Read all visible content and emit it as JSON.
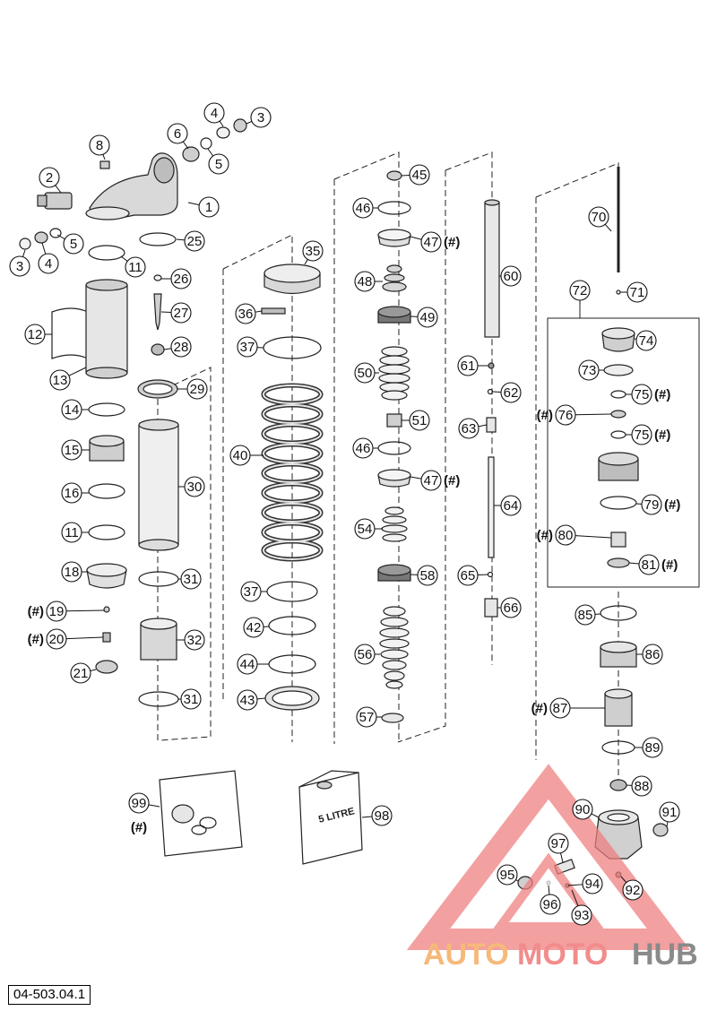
{
  "document_code": "04-503.04.1",
  "callouts": [
    {
      "id": "c1",
      "label": "1"
    },
    {
      "id": "c2",
      "label": "2"
    },
    {
      "id": "c3a",
      "label": "3"
    },
    {
      "id": "c3b",
      "label": "3"
    },
    {
      "id": "c4a",
      "label": "4"
    },
    {
      "id": "c4b",
      "label": "4"
    },
    {
      "id": "c5a",
      "label": "5"
    },
    {
      "id": "c5b",
      "label": "5"
    },
    {
      "id": "c6",
      "label": "6"
    },
    {
      "id": "c8",
      "label": "8"
    },
    {
      "id": "c11a",
      "label": "11"
    },
    {
      "id": "c11b",
      "label": "11"
    },
    {
      "id": "c12",
      "label": "12"
    },
    {
      "id": "c13",
      "label": "13"
    },
    {
      "id": "c14",
      "label": "14"
    },
    {
      "id": "c15",
      "label": "15"
    },
    {
      "id": "c16",
      "label": "16"
    },
    {
      "id": "c18",
      "label": "18"
    },
    {
      "id": "c19",
      "label": "19"
    },
    {
      "id": "c20",
      "label": "20"
    },
    {
      "id": "c21",
      "label": "21"
    },
    {
      "id": "c25",
      "label": "25"
    },
    {
      "id": "c26",
      "label": "26"
    },
    {
      "id": "c27",
      "label": "27"
    },
    {
      "id": "c28",
      "label": "28"
    },
    {
      "id": "c29",
      "label": "29"
    },
    {
      "id": "c30",
      "label": "30"
    },
    {
      "id": "c31a",
      "label": "31"
    },
    {
      "id": "c31b",
      "label": "31"
    },
    {
      "id": "c32",
      "label": "32"
    },
    {
      "id": "c35",
      "label": "35"
    },
    {
      "id": "c36",
      "label": "36"
    },
    {
      "id": "c37a",
      "label": "37"
    },
    {
      "id": "c37b",
      "label": "37"
    },
    {
      "id": "c40",
      "label": "40"
    },
    {
      "id": "c42",
      "label": "42"
    },
    {
      "id": "c43",
      "label": "43"
    },
    {
      "id": "c44",
      "label": "44"
    },
    {
      "id": "c45",
      "label": "45"
    },
    {
      "id": "c46a",
      "label": "46"
    },
    {
      "id": "c46b",
      "label": "46"
    },
    {
      "id": "c47a",
      "label": "47"
    },
    {
      "id": "c47b",
      "label": "47"
    },
    {
      "id": "c48",
      "label": "48"
    },
    {
      "id": "c49",
      "label": "49"
    },
    {
      "id": "c50",
      "label": "50"
    },
    {
      "id": "c51",
      "label": "51"
    },
    {
      "id": "c54",
      "label": "54"
    },
    {
      "id": "c56",
      "label": "56"
    },
    {
      "id": "c57",
      "label": "57"
    },
    {
      "id": "c58",
      "label": "58"
    },
    {
      "id": "c60",
      "label": "60"
    },
    {
      "id": "c61",
      "label": "61"
    },
    {
      "id": "c62",
      "label": "62"
    },
    {
      "id": "c63",
      "label": "63"
    },
    {
      "id": "c64",
      "label": "64"
    },
    {
      "id": "c65",
      "label": "65"
    },
    {
      "id": "c66",
      "label": "66"
    },
    {
      "id": "c70",
      "label": "70"
    },
    {
      "id": "c71",
      "label": "71"
    },
    {
      "id": "c72",
      "label": "72"
    },
    {
      "id": "c73",
      "label": "73"
    },
    {
      "id": "c74",
      "label": "74"
    },
    {
      "id": "c75a",
      "label": "75"
    },
    {
      "id": "c75b",
      "label": "75"
    },
    {
      "id": "c76",
      "label": "76"
    },
    {
      "id": "c79",
      "label": "79"
    },
    {
      "id": "c80",
      "label": "80"
    },
    {
      "id": "c81",
      "label": "81"
    },
    {
      "id": "c85",
      "label": "85"
    },
    {
      "id": "c86",
      "label": "86"
    },
    {
      "id": "c87",
      "label": "87"
    },
    {
      "id": "c88",
      "label": "88"
    },
    {
      "id": "c89",
      "label": "89"
    },
    {
      "id": "c90",
      "label": "90"
    },
    {
      "id": "c91",
      "label": "91"
    },
    {
      "id": "c92",
      "label": "92"
    },
    {
      "id": "c93",
      "label": "93"
    },
    {
      "id": "c94",
      "label": "94"
    },
    {
      "id": "c95",
      "label": "95"
    },
    {
      "id": "c96",
      "label": "96"
    },
    {
      "id": "c97",
      "label": "97"
    },
    {
      "id": "c98",
      "label": "98"
    },
    {
      "id": "c99",
      "label": "99"
    }
  ],
  "hash_marker": "(#)",
  "hash_marked_ids": [
    "c19",
    "c20",
    "c47a",
    "c47b",
    "c75a",
    "c75b",
    "c76",
    "c79",
    "c80",
    "c81",
    "c87",
    "c99"
  ],
  "oil_can_text": "5 LITRE",
  "watermark": {
    "part1": "AUTO",
    "part2": "MOTO",
    "part3": "HUB",
    "color_part1": "#f6b97a",
    "color_part2": "#f28c8c",
    "color_part3": "#8a8a8a",
    "triangle_color": "#ef7c7c"
  }
}
